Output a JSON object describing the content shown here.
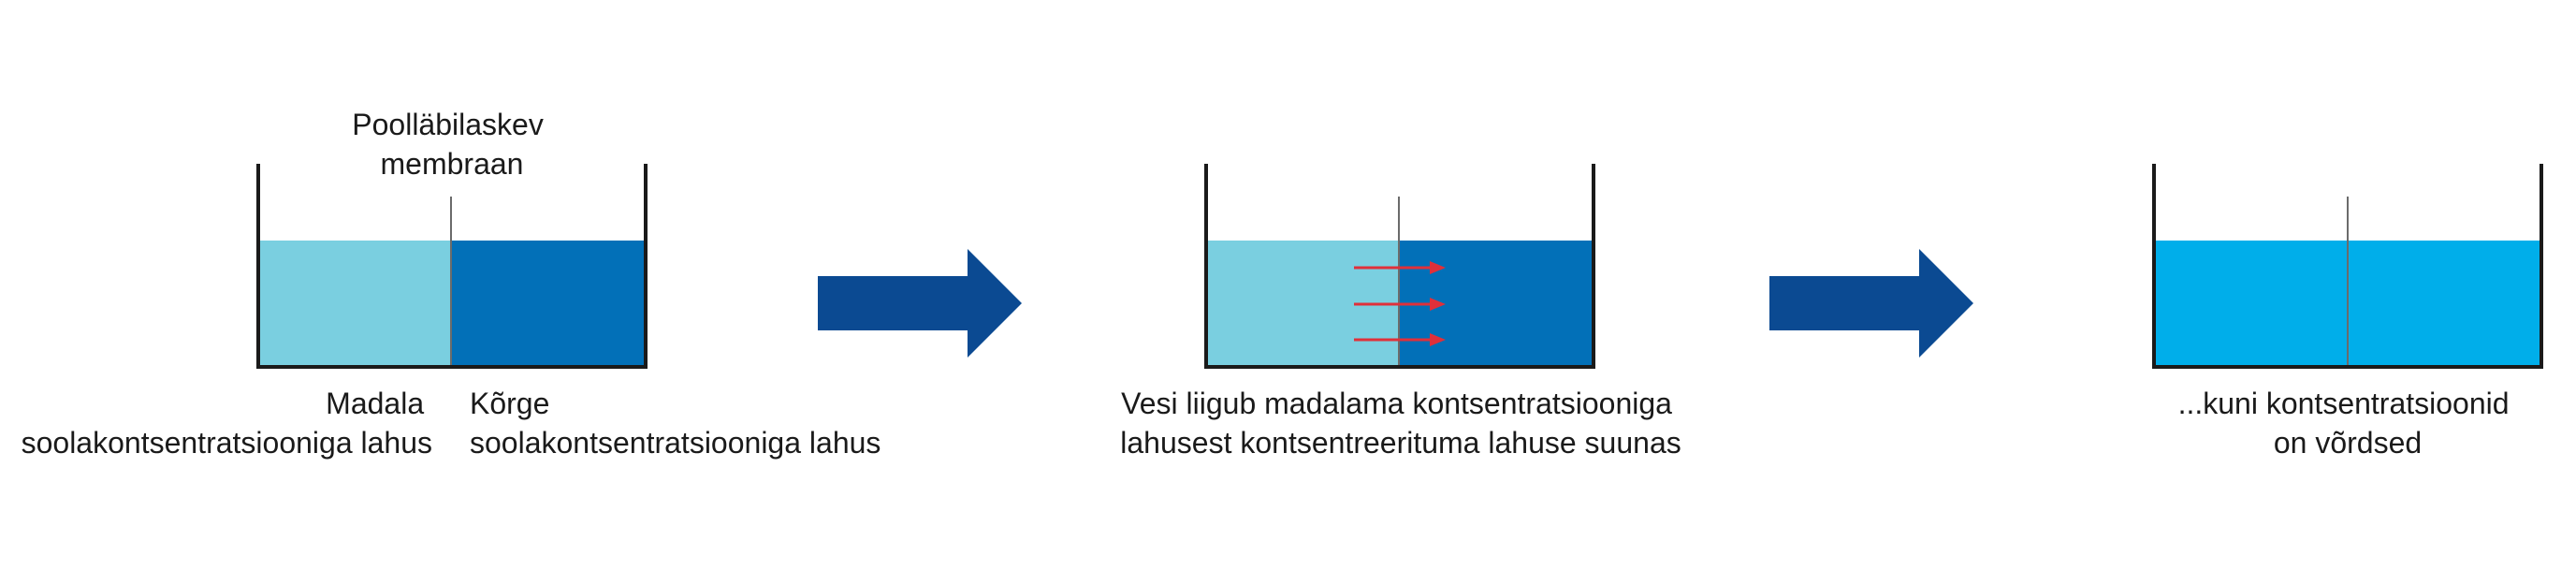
{
  "colors": {
    "low_concentration": "#7acfe0",
    "high_concentration": "#0270b8",
    "equal_concentration": "#00aeea",
    "container_outline": "#1a1a1a",
    "membrane": "#6b6b6b",
    "big_arrow": "#0b4a92",
    "flow_arrow": "#e0303a",
    "text": "#1a1a1a"
  },
  "stage1": {
    "membrane_label": [
      "Poolläbilaskev",
      "membraan"
    ],
    "left_label": [
      "Madala",
      "soolakontsentratsiooniga lahus"
    ],
    "right_label": [
      "Kõrge",
      "soolakontsentratsiooniga lahus"
    ]
  },
  "stage2": {
    "caption": [
      "Vesi liigub madalama kontsentratsiooniga",
      "lahusest kontsentreerituma lahuse suunas"
    ],
    "flow_arrow_count": 3
  },
  "stage3": {
    "caption": [
      "...kuni kontsentratsioonid",
      "on võrdsed"
    ]
  },
  "transitions": {
    "arrow_icon": "right-arrow-icon",
    "count": 2
  }
}
